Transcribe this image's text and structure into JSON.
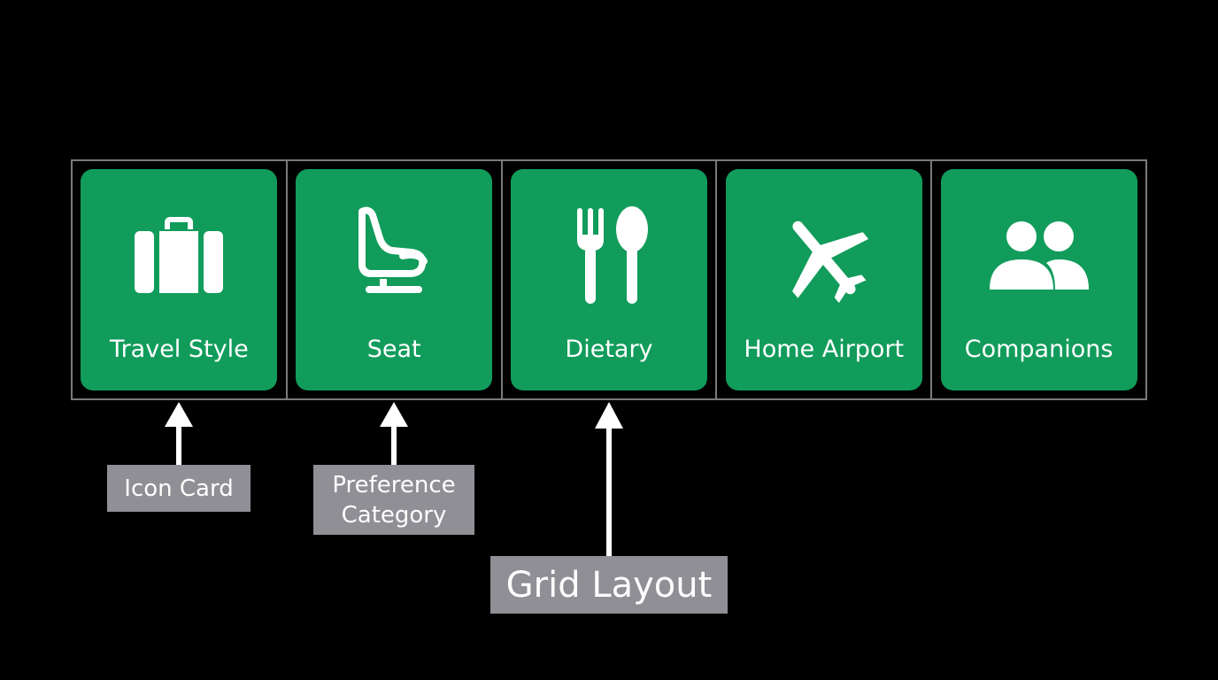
{
  "accent_color": "#119c5b",
  "callout_color": "#8f8f95",
  "cards": [
    {
      "label": "Travel Style",
      "icon": "suitcase-icon"
    },
    {
      "label": "Seat",
      "icon": "airplane-seat-icon"
    },
    {
      "label": "Dietary",
      "icon": "fork-spoon-icon"
    },
    {
      "label": "Home Airport",
      "icon": "airplane-icon"
    },
    {
      "label": "Companions",
      "icon": "people-icon"
    }
  ],
  "callouts": {
    "icon_card": "Icon Card",
    "preference_category_line1": "Preference",
    "preference_category_line2": "Category",
    "grid_layout": "Grid Layout"
  }
}
